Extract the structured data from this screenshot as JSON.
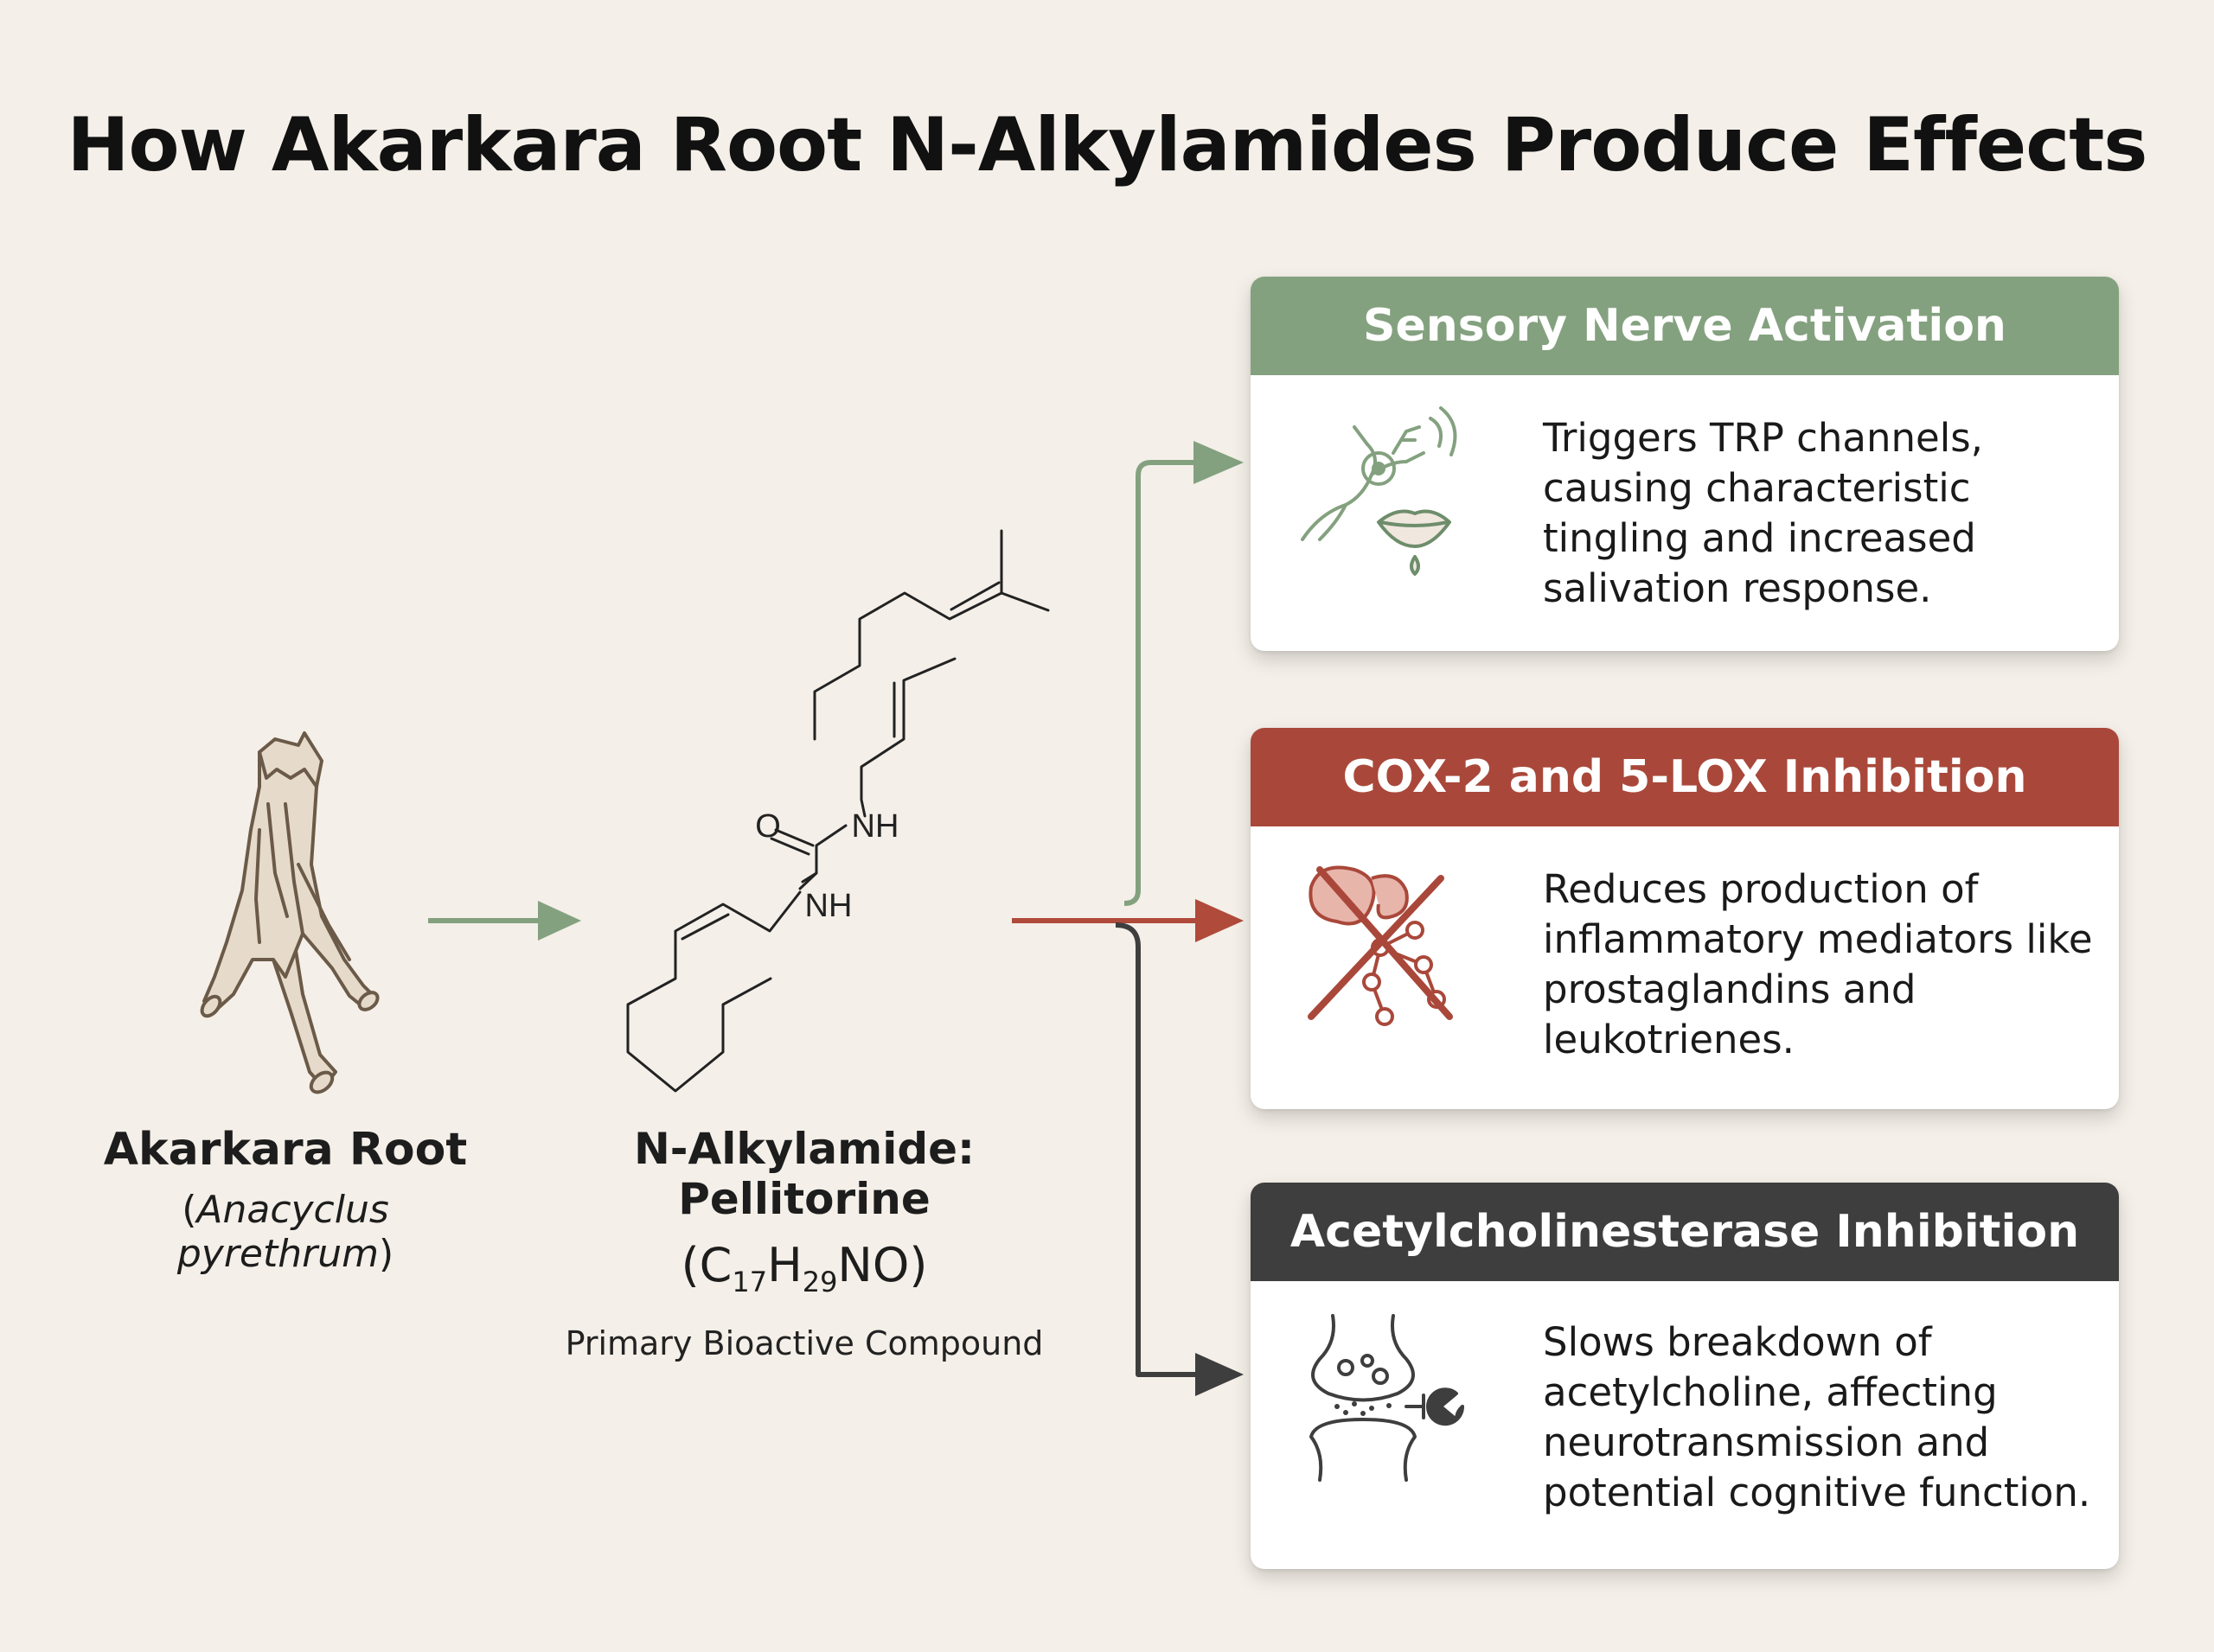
{
  "title": "How Akarkara Root N-Alkylamides Produce Effects",
  "root": {
    "name": "Akarkara Root",
    "scientific_open": "(",
    "scientific_name": "Anacyclus pyrethrum",
    "scientific_close": ")"
  },
  "compound": {
    "name": "N-Alkylamide: Pellitorine",
    "formula": {
      "open": "(C",
      "c_count": "17",
      "h": "H",
      "h_count": "29",
      "rest": "NO)"
    },
    "description": "Primary Bioactive Compound",
    "structure_atoms": {
      "oxygen": "O",
      "amine_upper": "NH",
      "amine_lower": "NH"
    }
  },
  "effects": [
    {
      "header": "Sensory Nerve Activation",
      "text": "Triggers TRP channels, causing characteristic tingling and increased salivation response.",
      "color": "#84a17f",
      "icon": "neuron-lips-icon"
    },
    {
      "header": "COX-2 and 5-LOX Inhibition",
      "text": "Reduces production of inflammatory mediators like prostaglandins and leukotrienes.",
      "color": "#a9483a",
      "icon": "enzyme-inhibition-icon"
    },
    {
      "header": "Acetylcholinesterase Inhibition",
      "text": "Slows breakdown of acetylcholine, affecting neurotransmission and potential cognitive function.",
      "color": "#3e3e3e",
      "icon": "synapse-icon"
    }
  ],
  "colors": {
    "background": "#f4efe8",
    "arrow_green": "#84a17f",
    "arrow_red": "#b04a3a",
    "arrow_dark": "#3e3e3e"
  }
}
